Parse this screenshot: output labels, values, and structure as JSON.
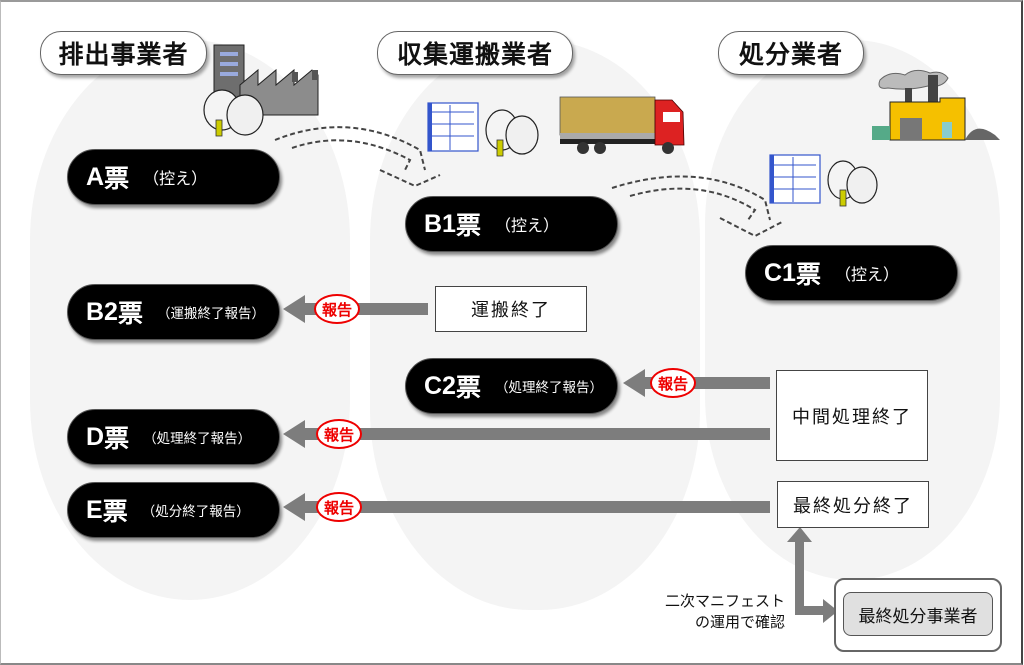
{
  "actors": {
    "generator": "排出事業者",
    "transporter": "収集運搬業者",
    "processor": "処分業者"
  },
  "slips": [
    {
      "id": "slip-a",
      "code": "A",
      "kanji": "票",
      "note": "（控え）"
    },
    {
      "id": "slip-b1",
      "code": "B1",
      "kanji": "票",
      "note": "（控え）"
    },
    {
      "id": "slip-c1",
      "code": "C1",
      "kanji": "票",
      "note": "（控え）"
    },
    {
      "id": "slip-b2",
      "code": "B2",
      "kanji": "票",
      "note": "（運搬終了報告）"
    },
    {
      "id": "slip-c2",
      "code": "C2",
      "kanji": "票",
      "note": "（処理終了報告）"
    },
    {
      "id": "slip-d",
      "code": "D",
      "kanji": "票",
      "note": "（処理終了報告）"
    },
    {
      "id": "slip-e",
      "code": "E",
      "kanji": "票",
      "note": "（処分終了報告）"
    }
  ],
  "events": {
    "transport_done": "運搬終了",
    "intermediate_done": "中間処理終了",
    "final_done": "最終処分終了"
  },
  "report_label": "報告",
  "secondary_note": [
    "二次マニフェスト",
    "の運用で確認"
  ],
  "final_operator": "最終処分事業者",
  "icons": [
    "office-factory-icon",
    "garbage-bags-icon",
    "manifest-form-icon",
    "truck-icon",
    "recycling-plant-icon"
  ],
  "colors": {
    "report_red": "#e00000",
    "arrow_gray": "#7d7d7d",
    "slip_black": "#000000",
    "column_bg": "#f4f4f4"
  }
}
